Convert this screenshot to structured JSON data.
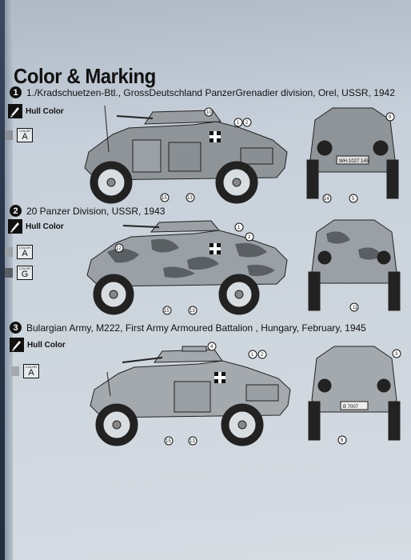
{
  "title": "Color & Marking",
  "sections": [
    {
      "number": "1",
      "title": "1./Kradschuetzen-Btl., GrossDeutschland PanzerGrenadier division, Orel, USSR, 1942",
      "hull_label": "Hull Color",
      "colors": [
        {
          "letter": "A",
          "swatch": "#8c9096"
        }
      ],
      "callouts": [
        "10",
        "1",
        "2",
        "15",
        "13",
        "9",
        "14",
        "5"
      ]
    },
    {
      "number": "2",
      "title": "20 Panzer Division, USSR, 1943",
      "hull_label": "Hull Color",
      "colors": [
        {
          "letter": "A",
          "swatch": "#9aa0a6"
        },
        {
          "letter": "G",
          "swatch": "#5a5f63"
        }
      ],
      "callouts": [
        "1",
        "2",
        "12",
        "15",
        "13",
        "11"
      ]
    },
    {
      "number": "3",
      "title": "Bulargian Army, M222, First Army Armoured Battalion , Hungary, February, 1945",
      "hull_label": "Hull Color",
      "colors": [
        {
          "letter": "A",
          "swatch": "#a4a9ae"
        }
      ],
      "callouts": [
        "4",
        "1",
        "2",
        "15",
        "13",
        "3",
        "6"
      ]
    }
  ],
  "color_chip_label": "COLOR",
  "rear_plates": [
    "WH-1027 145",
    "B 7007"
  ]
}
